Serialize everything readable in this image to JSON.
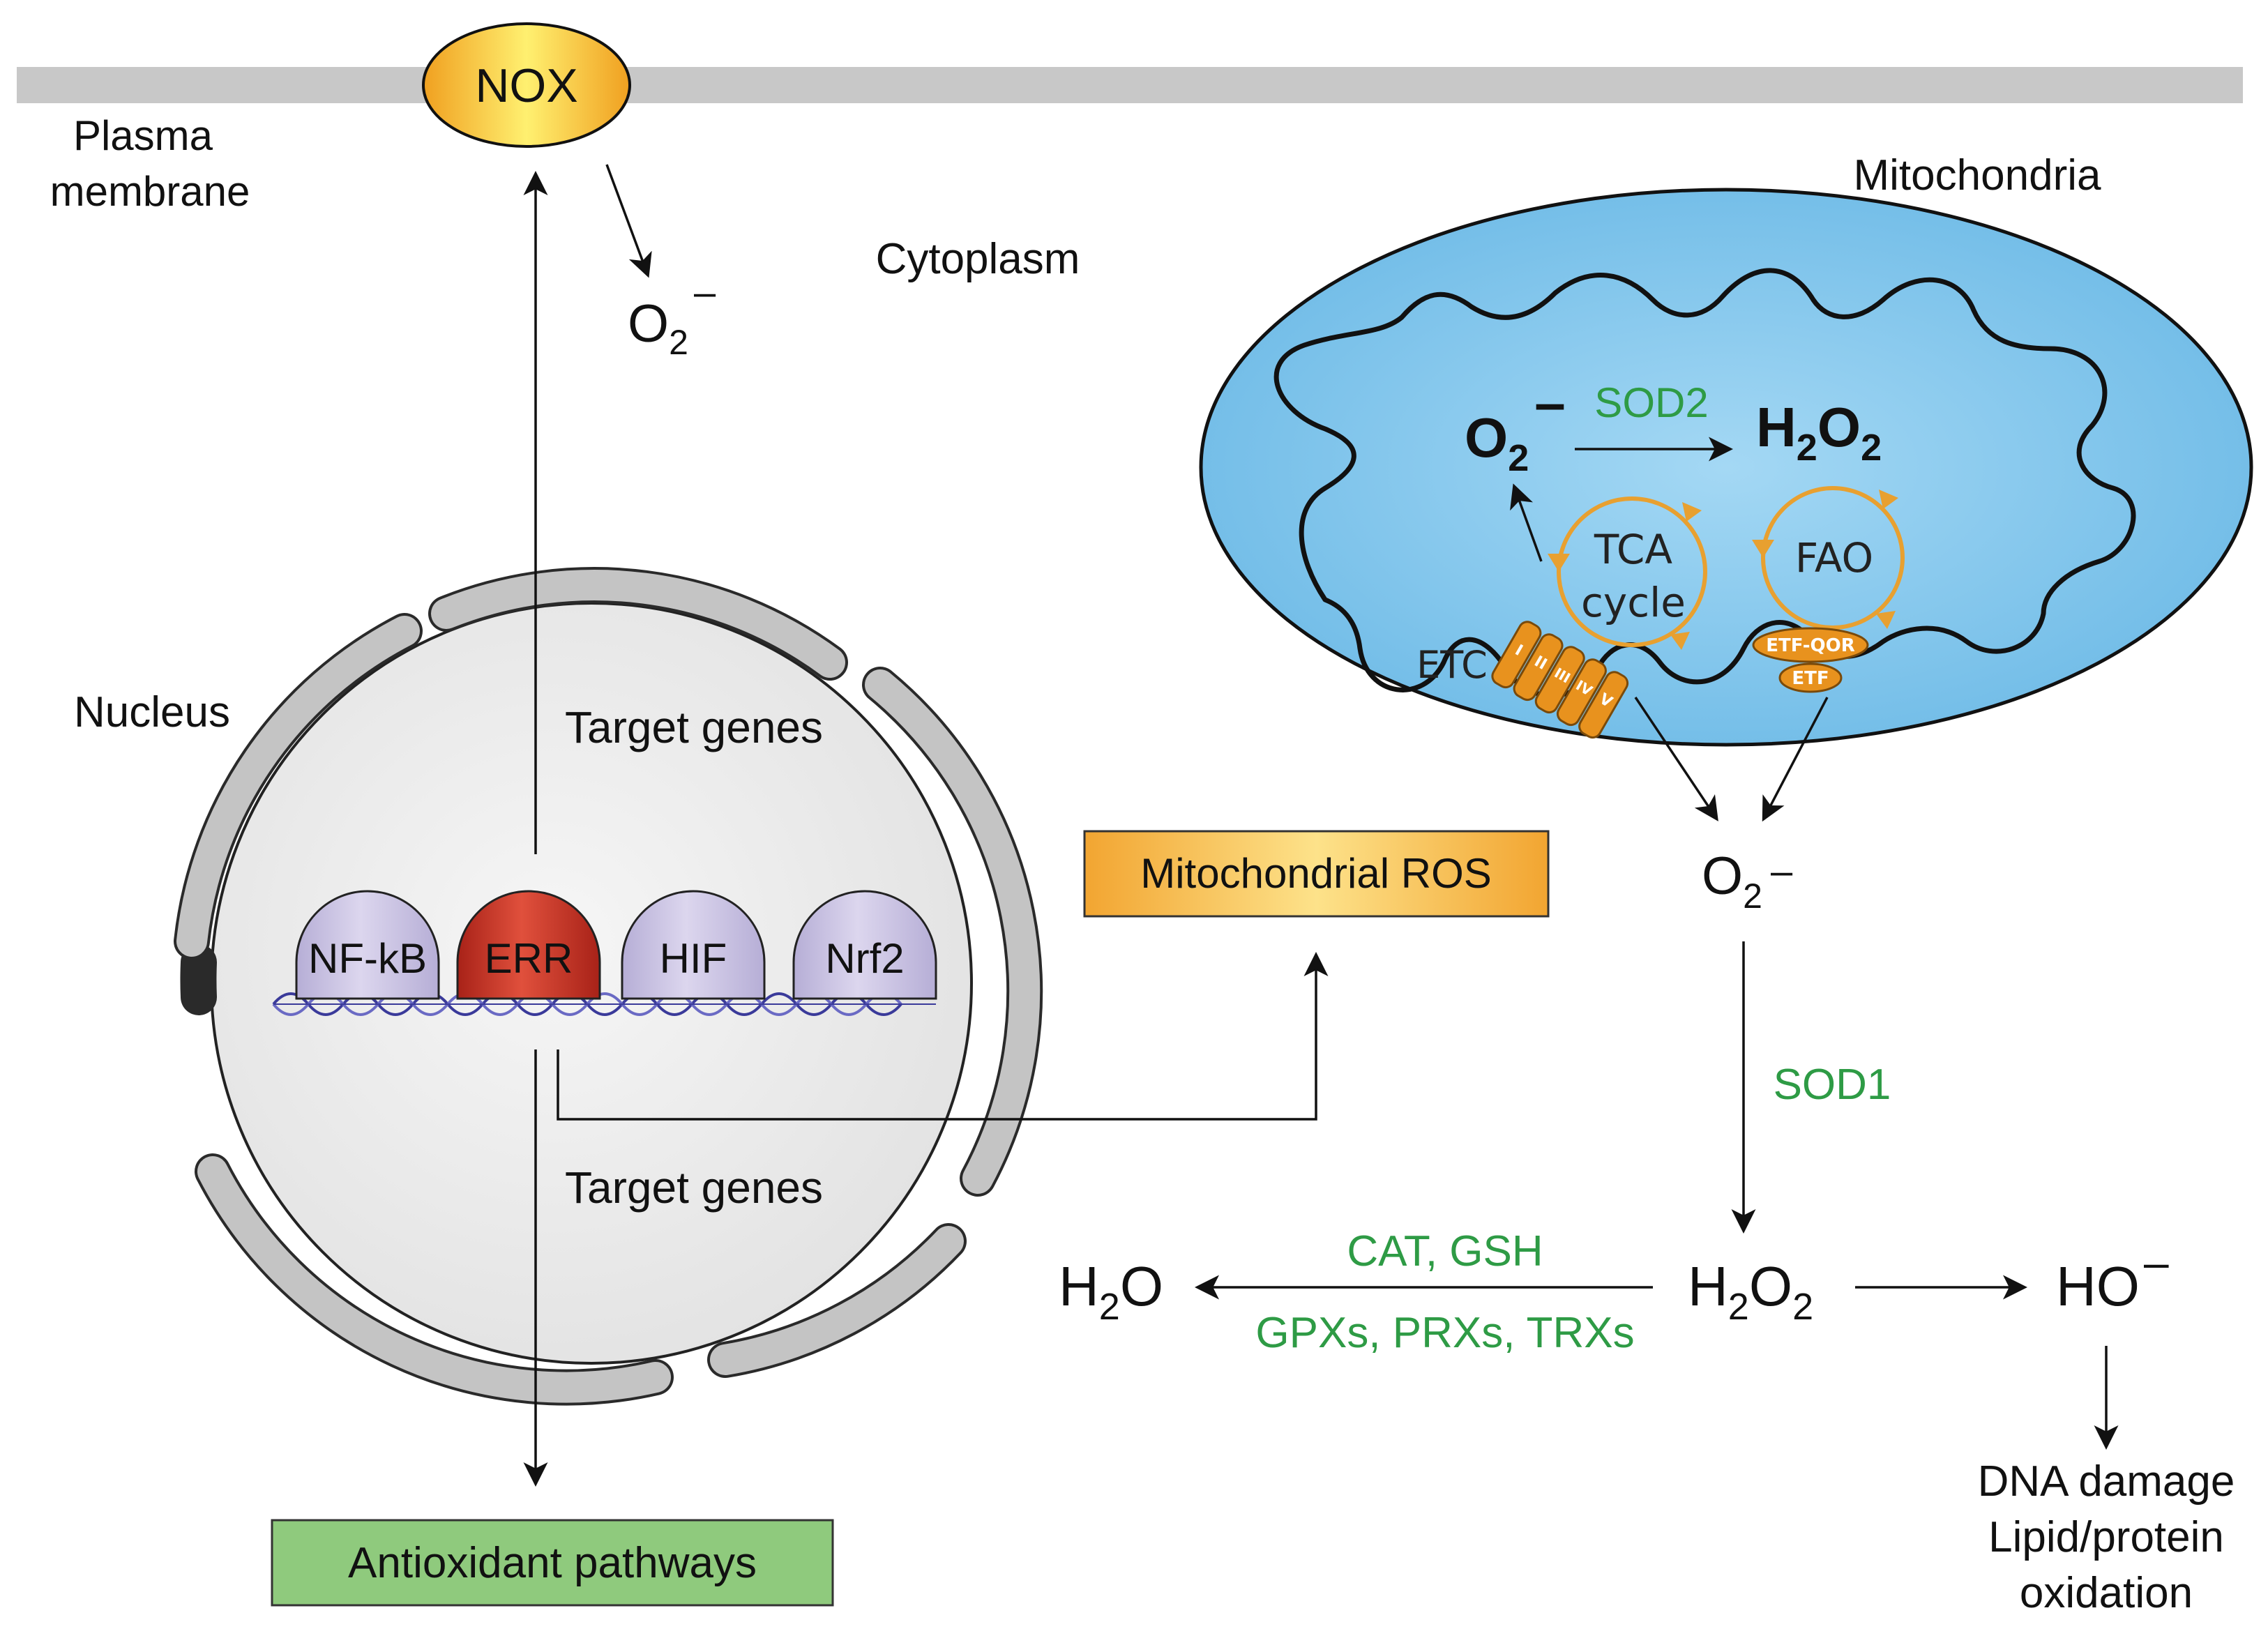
{
  "membrane": {
    "label_line1": "Plasma",
    "label_line2": "membrane"
  },
  "nox": {
    "label": "NOX"
  },
  "cytoplasm": {
    "label": "Cytoplasm"
  },
  "superoxide_nox": {
    "base": "O",
    "sub": "2",
    "sup": "–"
  },
  "mitochondria": {
    "label": "Mitochondria",
    "o2": {
      "base": "O",
      "sub": "2",
      "sup": "–"
    },
    "sod2": "SOD2",
    "h2o2": {
      "a": "H",
      "s1": "2",
      "b": "O",
      "s2": "2"
    },
    "tca_line1": "TCA",
    "tca_line2": "cycle",
    "fao": "FAO",
    "etc": "ETC",
    "complexes": [
      "I",
      "II",
      "III",
      "IV",
      "V"
    ],
    "etf_qor": "ETF-QOR",
    "etf": "ETF"
  },
  "nucleus": {
    "label": "Nucleus",
    "target_genes_top": "Target genes",
    "target_genes_bottom": "Target genes",
    "factors": [
      "NF-kB",
      "ERR",
      "HIF",
      "Nrf2"
    ]
  },
  "boxes": {
    "mito_ros": "Mitochondrial ROS",
    "antioxidant": "Antioxidant pathways"
  },
  "pathway": {
    "o2": {
      "base": "O",
      "sub": "2",
      "sup": "–"
    },
    "sod1": "SOD1",
    "h2o2": {
      "a": "H",
      "s1": "2",
      "b": "O",
      "s2": "2"
    },
    "h2o": {
      "a": "H",
      "s1": "2",
      "b": "O"
    },
    "enzymes_top": "CAT, GSH",
    "enzymes_bottom": "GPXs, PRXs, TRXs",
    "ho": {
      "base": "HO",
      "sup": "–"
    },
    "damage": [
      "DNA damage",
      "Lipid/protein",
      "oxidation"
    ]
  },
  "colors": {
    "membrane": "#c8c8c8",
    "nox_gradient": [
      "#f0a020",
      "#fff070"
    ],
    "mito_fill": "#79c3ec",
    "cycle_orange": "#e8a030",
    "complex_orange": "#e8921e",
    "err_red": "#c8362a",
    "factor_purple": "#c8c2e0",
    "nucleus_fill": "#eeeeee",
    "nucleus_ring": "#c4c4c4",
    "ros_box": [
      "#f2a531",
      "#fde28a"
    ],
    "antiox_box": "#8fca7d",
    "enzyme_green": "#2e9b45"
  }
}
